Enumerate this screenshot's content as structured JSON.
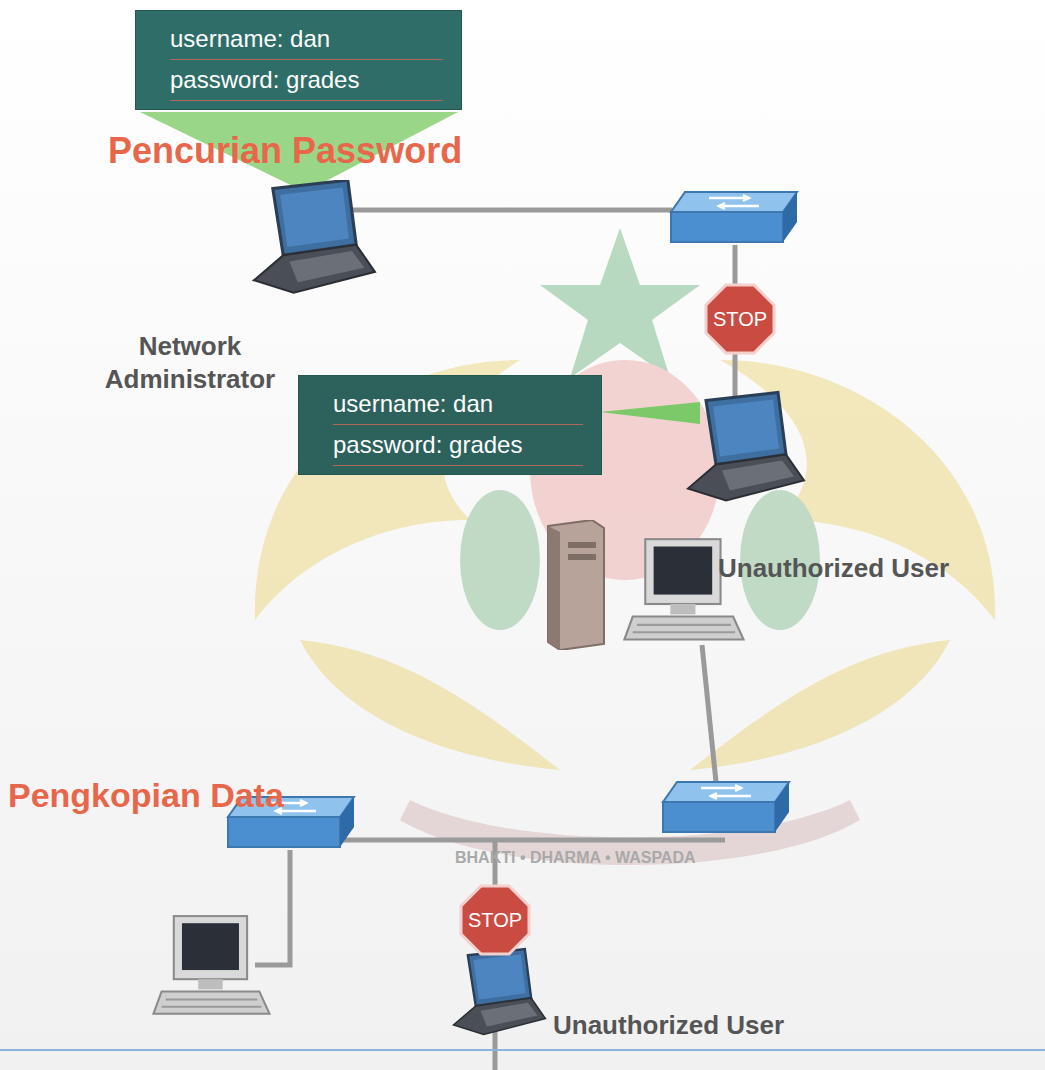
{
  "diagram": {
    "nodes": [
      {
        "text": [
          "username: dan",
          "password: grades"
        ]
      },
      {
        "text": [
          "STOP"
        ]
      },
      {
        "text": [
          "username: dan",
          "password: grades"
        ]
      },
      {
        "text": [
          "STOP"
        ]
      }
    ],
    "labels": [
      "Pencurian Password",
      "Network Administrator",
      "Unauthorized User",
      "Pengkopian Data",
      "BHAKTI • DHARMA • WASPADA",
      "Unauthorized User"
    ]
  }
}
